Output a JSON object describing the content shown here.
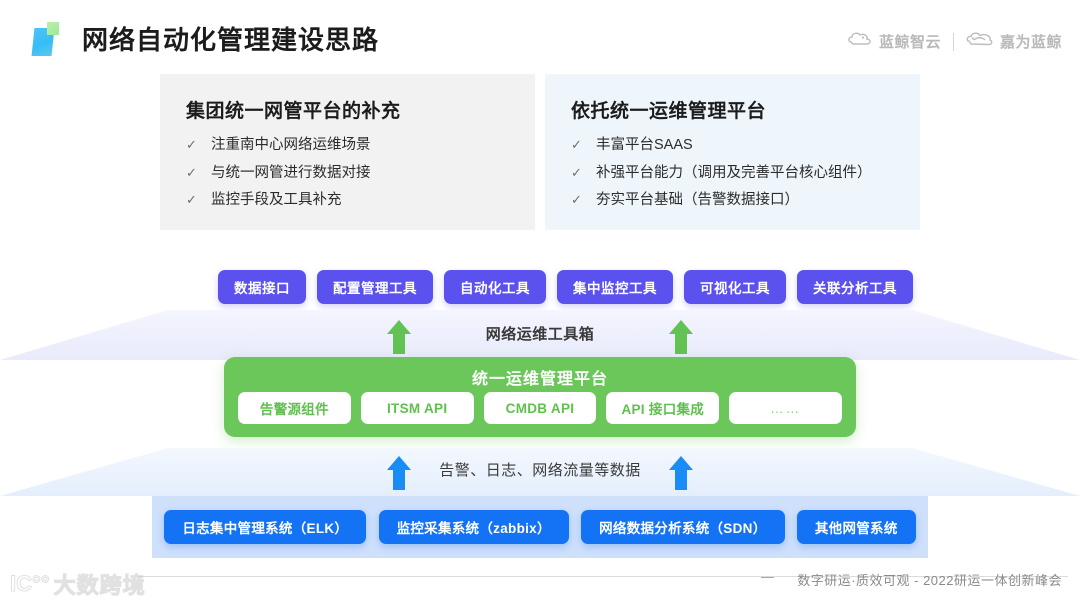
{
  "header": {
    "title": "网络自动化管理建设思路",
    "logo_icon": "blue-parallelogram-logo",
    "brands": [
      {
        "name": "蓝鲸智云",
        "icon": "cloud-whale-icon"
      },
      {
        "name": "嘉为蓝鲸",
        "icon": "cloud-whale-icon"
      }
    ]
  },
  "cards": [
    {
      "title": "集团统一网管平台的补充",
      "tick": "✓",
      "bullets": [
        "注重南中心网络运维场景",
        "与统一网管进行数据对接",
        "监控手段及工具补充"
      ]
    },
    {
      "title": "依托统一运维管理平台",
      "tick": "✓",
      "bullets": [
        "丰富平台SAAS",
        "补强平台能力（调用及完善平台核心组件）",
        "夯实平台基础（告警数据接口）"
      ]
    }
  ],
  "stack": {
    "tools": [
      "数据接口",
      "配置管理工具",
      "自动化工具",
      "集中监控工具",
      "可视化工具",
      "关联分析工具"
    ],
    "toolbox_label": "网络运维工具箱",
    "platform": {
      "title": "统一运维管理平台",
      "chips": [
        "告警源组件",
        "ITSM API",
        "CMDB API",
        "API 接口集成",
        "……"
      ]
    },
    "data_label": "告警、日志、网络流量等数据",
    "systems": [
      "日志集中管理系统（ELK）",
      "监控采集系统（zabbix）",
      "网络数据分析系统（SDN）",
      "其他网管系统"
    ]
  },
  "footer": {
    "dash": "—",
    "text": "数字研运·质效可观  -  2022研运一体创新峰会",
    "watermark": "大数跨境"
  },
  "colors": {
    "purple": "#5B51EE",
    "green": "#6CC75B",
    "blue": "#1473F5",
    "band_blue": "#cfe0fb",
    "card_gray": "#f2f2f2",
    "card_blue": "#eff6fb"
  }
}
